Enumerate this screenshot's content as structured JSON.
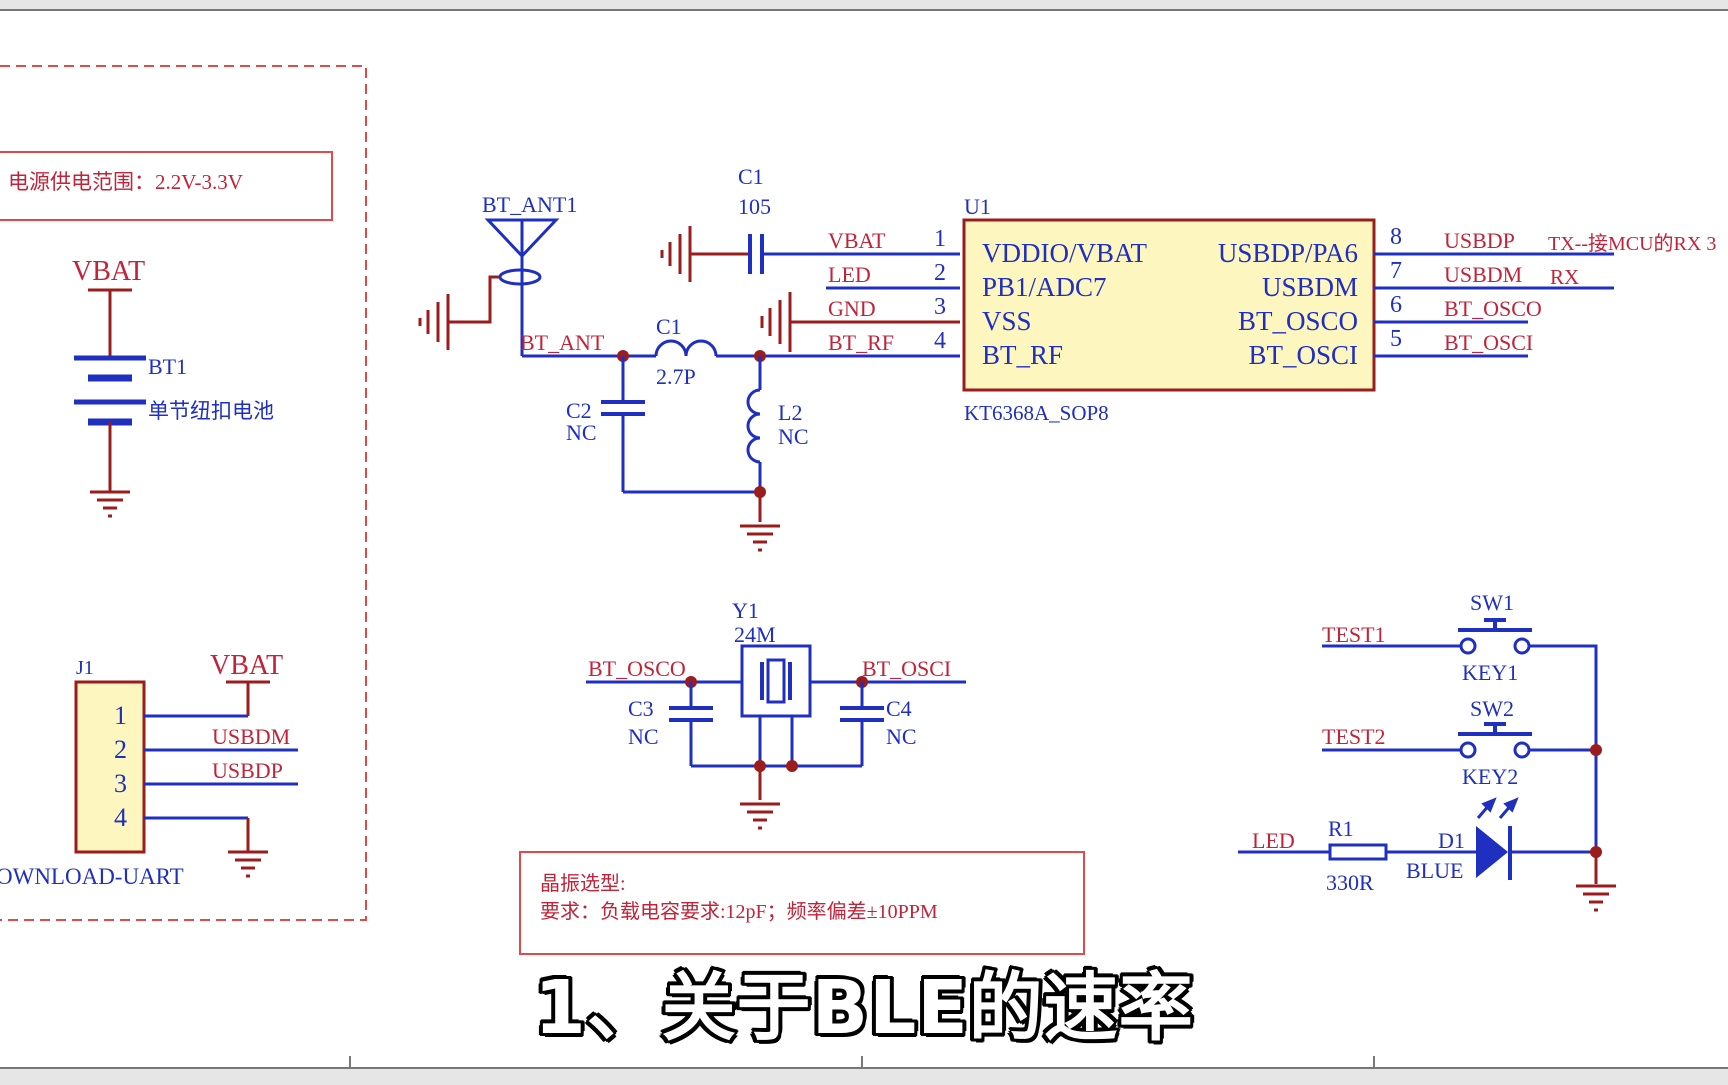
{
  "colors": {
    "wire": "#1f2fbf",
    "symbol": "#9b1c1c",
    "label": "#c0243a",
    "ic_fill": "#fdf6bf",
    "note_border": "#e04a4a",
    "dashed": "#e04a4a"
  },
  "power_block": {
    "note": "电源供电范围：2.2V-3.3V",
    "vbat_label": "VBAT",
    "battery_ref": "BT1",
    "battery_desc": "单节纽扣电池"
  },
  "connector": {
    "ref": "J1",
    "vbat_label": "VBAT",
    "pins": [
      "1",
      "2",
      "3",
      "4"
    ],
    "net_usbdm": "USBDM",
    "net_usbdp": "USBDP",
    "name": "OWNLOAD-UART"
  },
  "antenna": {
    "ref": "BT_ANT1",
    "net": "BT_ANT",
    "c1_ref": "C1",
    "c1_value": "2.7P",
    "c2_ref": "C2",
    "c2_value": "NC",
    "l2_ref": "L2",
    "l2_value": "NC"
  },
  "decoupling": {
    "ref": "C1",
    "value": "105"
  },
  "chip": {
    "ref": "U1",
    "part": "KT6368A_SOP8",
    "left_pins": [
      {
        "num": "1",
        "name": "VDDIO/VBAT",
        "net": "VBAT"
      },
      {
        "num": "2",
        "name": "PB1/ADC7",
        "net": "LED"
      },
      {
        "num": "3",
        "name": "VSS",
        "net": "GND"
      },
      {
        "num": "4",
        "name": "BT_RF",
        "net": "BT_RF"
      }
    ],
    "right_pins": [
      {
        "num": "8",
        "name": "USBDP/PA6",
        "net": "USBDP"
      },
      {
        "num": "7",
        "name": "USBDM",
        "net": "USBDM"
      },
      {
        "num": "6",
        "name": "BT_OSCO",
        "net": "BT_OSCO"
      },
      {
        "num": "5",
        "name": "BT_OSCI",
        "net": "BT_OSCI"
      }
    ],
    "note_tx": "TX--接MCU的RX  3",
    "note_rx": "RX"
  },
  "crystal": {
    "ref": "Y1",
    "value": "24M",
    "net_left": "BT_OSCO",
    "net_right": "BT_OSCI",
    "c3_ref": "C3",
    "c3_value": "NC",
    "c4_ref": "C4",
    "c4_value": "NC"
  },
  "crystal_note": {
    "line1": "晶振选型:",
    "line2": "要求：负载电容要求:12pF；频率偏差±10PPM"
  },
  "keys": {
    "sw1_ref": "SW1",
    "sw1_name": "KEY1",
    "sw1_net": "TEST1",
    "sw2_ref": "SW2",
    "sw2_name": "KEY2",
    "sw2_net": "TEST2"
  },
  "led": {
    "net": "LED",
    "r_ref": "R1",
    "r_value": "330R",
    "d_ref": "D1",
    "d_color": "BLUE"
  },
  "subtitle": "1、关于BLE的速率"
}
